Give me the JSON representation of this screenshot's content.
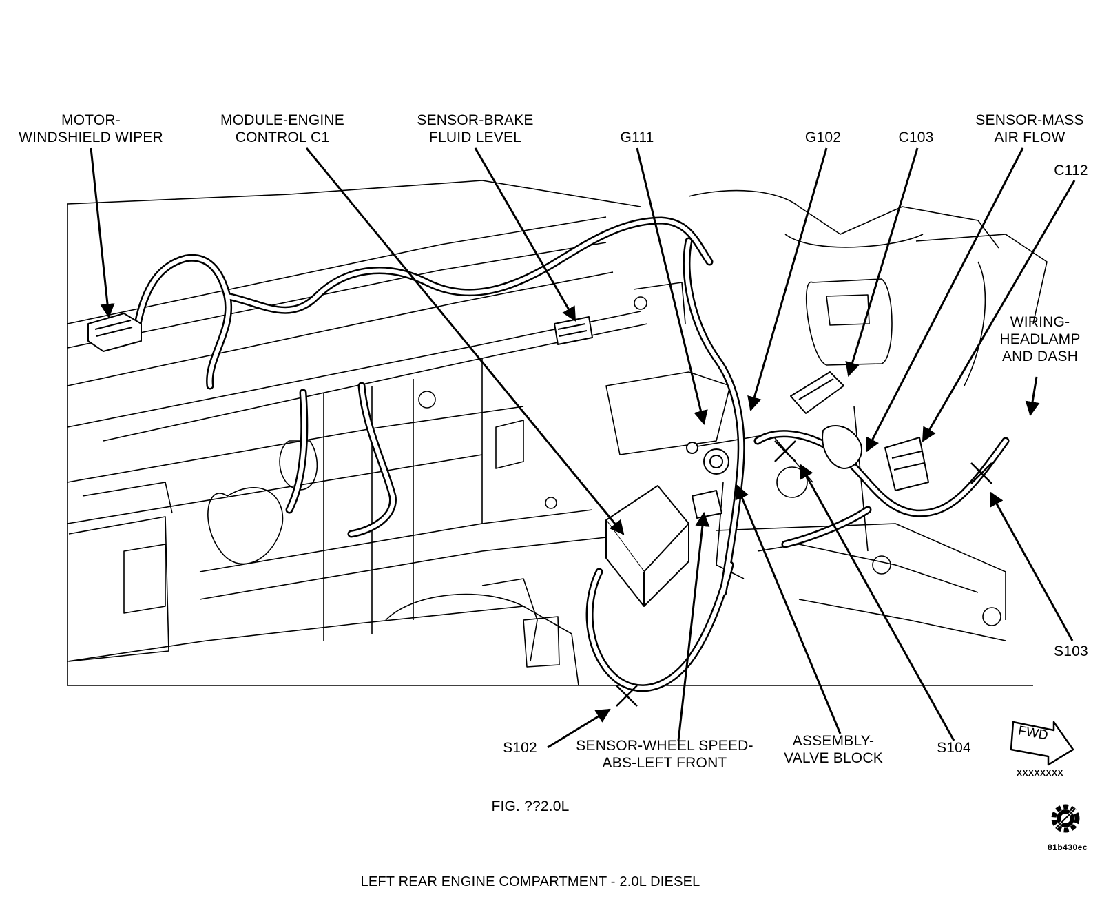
{
  "labels": {
    "motor_wiper": "MOTOR-\nWINDSHIELD WIPER",
    "module_engine": "MODULE-ENGINE\nCONTROL C1",
    "sensor_brake": "SENSOR-BRAKE\nFLUID LEVEL",
    "g111": "G111",
    "g102": "G102",
    "c103": "C103",
    "sensor_maf": "SENSOR-MASS\nAIR FLOW",
    "c112": "C112",
    "wiring_headlamp": "WIRING-\nHEADLAMP\nAND DASH",
    "s103": "S103",
    "s102": "S102",
    "sensor_wheel": "SENSOR-WHEEL SPEED-\nABS-LEFT FRONT",
    "assembly_valve": "ASSEMBLY-\nVALVE BLOCK",
    "s104": "S104"
  },
  "fwd": {
    "text": "FWD",
    "code": "XXXXXXXX"
  },
  "fig_label": "FIG. ??2.0L",
  "image_id": "81b430ec",
  "caption": "LEFT REAR ENGINE COMPARTMENT - 2.0L DIESEL",
  "icon": "gear-icon"
}
